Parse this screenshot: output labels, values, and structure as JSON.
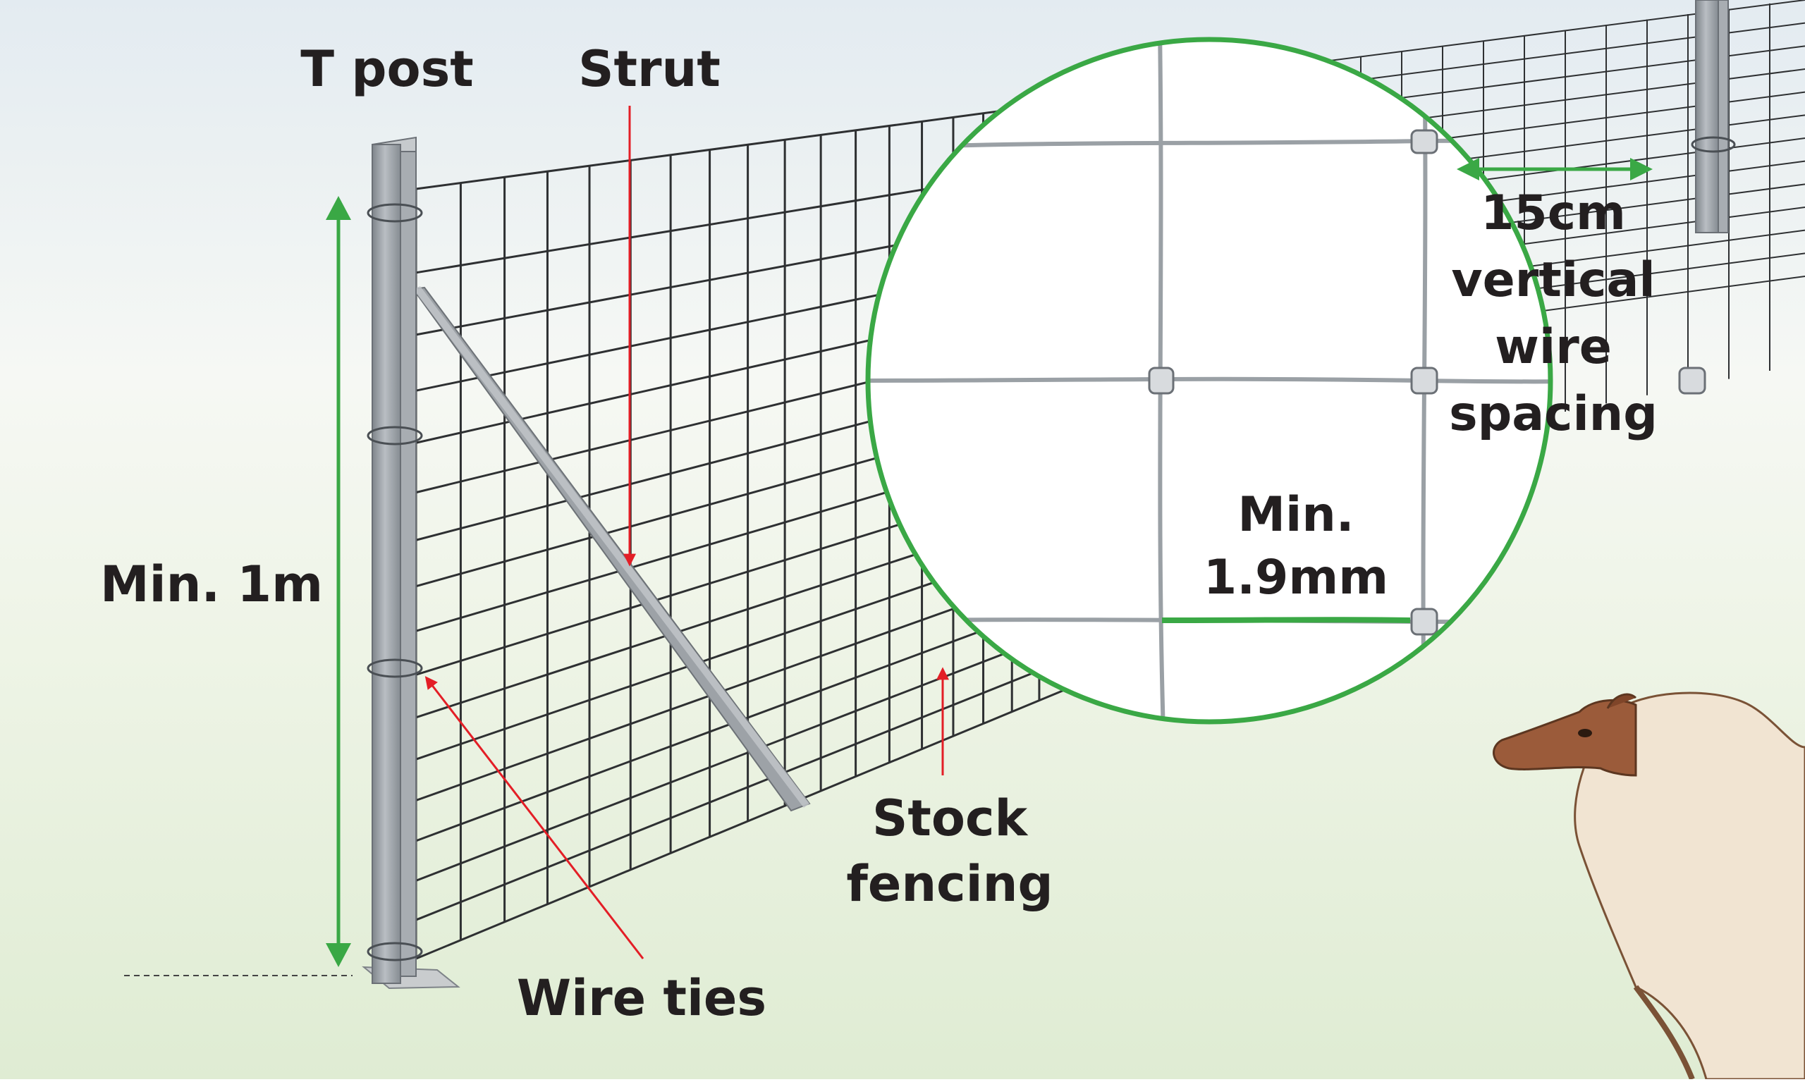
{
  "labels": {
    "t_post": "T post",
    "strut": "Strut",
    "min_height": "Min. 1m",
    "wire_ties": "Wire ties",
    "stock_fencing_1": "Stock",
    "stock_fencing_2": "fencing",
    "spacing_1": "15cm",
    "spacing_2": "vertical",
    "spacing_3": "wire",
    "spacing_4": "spacing",
    "gauge_1": "Min.",
    "gauge_2": "1.9mm"
  },
  "colors": {
    "sky_top": "#e4ecf2",
    "ground": "#e2eed6",
    "wire": "#2e3032",
    "post": "#9ea3a8",
    "leader_red": "#e31e26",
    "dimension_green": "#3aa845",
    "text": "#231f20",
    "sheep_wool": "#f1e4d2",
    "sheep_face": "#9b5b3a"
  },
  "icons": [
    "sheep-icon",
    "t-post-icon",
    "strut-icon",
    "wire-tie-icon"
  ]
}
